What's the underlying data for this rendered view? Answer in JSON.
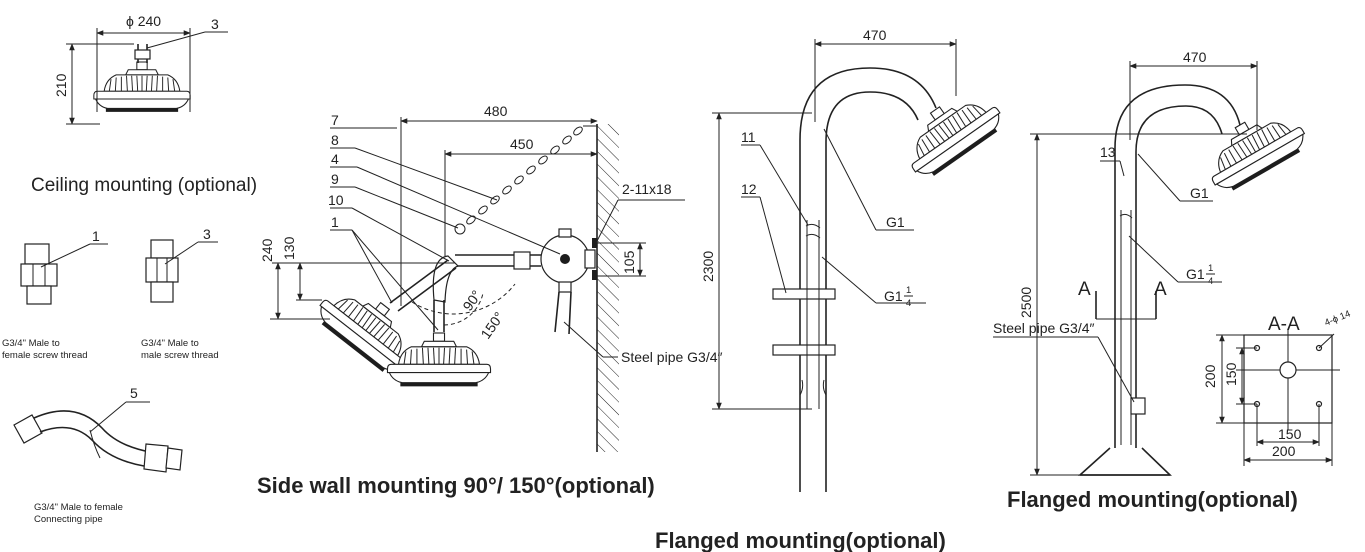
{
  "colors": {
    "line": "#222222",
    "background": "#ffffff"
  },
  "ceiling": {
    "caption": "Ceiling mounting (optional)",
    "diameter": "ϕ 240",
    "height": "210",
    "part_no": "3"
  },
  "fittings": [
    {
      "part_no": "1",
      "line1": "G3/4\" Male to",
      "line2": "female screw thread"
    },
    {
      "part_no": "3",
      "line1": "G3/4\" Male to",
      "line2": "male screw thread"
    },
    {
      "part_no": "5",
      "line1": "G3/4\" Male to female",
      "line2": "Connecting pipe"
    }
  ],
  "side_wall": {
    "title": "Side wall mounting 90°/ 150°(optional)",
    "dim_480": "480",
    "dim_450": "450",
    "dim_240": "240",
    "dim_130": "130",
    "dim_105": "105",
    "hole_spec": "2-11x18",
    "angle_90": "90°",
    "angle_150": "150°",
    "steel_pipe": "Steel pipe G3/4″",
    "callouts": [
      "7",
      "8",
      "4",
      "9",
      "10",
      "1"
    ]
  },
  "flanged_1": {
    "title": "Flanged mounting(optional)",
    "dim_470": "470",
    "dim_2300": "2300",
    "thread_g1": "G1",
    "thread_g114": "G1",
    "frac_num": "1",
    "frac_den": "4",
    "callouts": [
      "11",
      "12"
    ]
  },
  "flanged_2": {
    "title": "Flanged mounting(optional)",
    "dim_470": "470",
    "dim_2500": "2500",
    "thread_g1": "G1",
    "thread_g114": "G1",
    "frac_num": "1",
    "frac_den": "4",
    "section_mark": "A",
    "section_title": "A-A",
    "holes": "4-ϕ 14",
    "steel_pipe": "Steel pipe G3/4″",
    "dim_200_v": "200",
    "dim_150_v": "150",
    "dim_150_h": "150",
    "dim_200_h": "200",
    "callouts": [
      "13"
    ]
  }
}
